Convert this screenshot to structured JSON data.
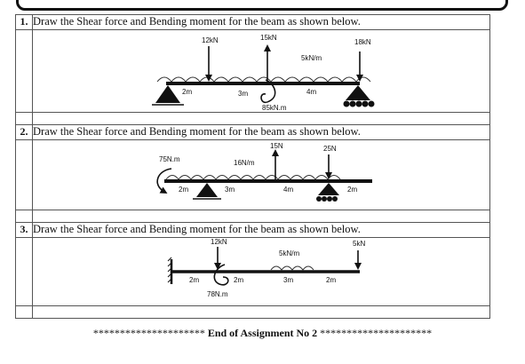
{
  "questions": [
    {
      "number": "1.",
      "text": "Draw the Shear force and Bending moment for the beam as shown below.",
      "labels": {
        "load_a": "12kN",
        "load_b": "15kN",
        "load_c": "18kN",
        "udl": "5kN/m",
        "moment": "85kN.m",
        "span_1": "2m",
        "span_2": "3m",
        "span_3": "4m"
      }
    },
    {
      "number": "2.",
      "text": "Draw the Shear force and Bending moment for the beam as shown below.",
      "labels": {
        "moment": "75N.m",
        "udl": "16N/m",
        "load_up": "15N",
        "load_down": "25N",
        "span_1": "2m",
        "span_2": "3m",
        "span_3": "4m",
        "span_4": "2m"
      }
    },
    {
      "number": "3.",
      "text": "Draw the Shear force and Bending moment for the beam as shown below.",
      "labels": {
        "load_a": "12kN",
        "udl": "5kN/m",
        "load_b": "5kN",
        "moment": "78N.m",
        "span_1": "2m",
        "span_2": "2m",
        "span_3": "3m",
        "span_4": "2m"
      }
    }
  ],
  "footer": {
    "stars_left": "*********************",
    "title": "End of Assignment No 2",
    "stars_right": "*********************"
  }
}
